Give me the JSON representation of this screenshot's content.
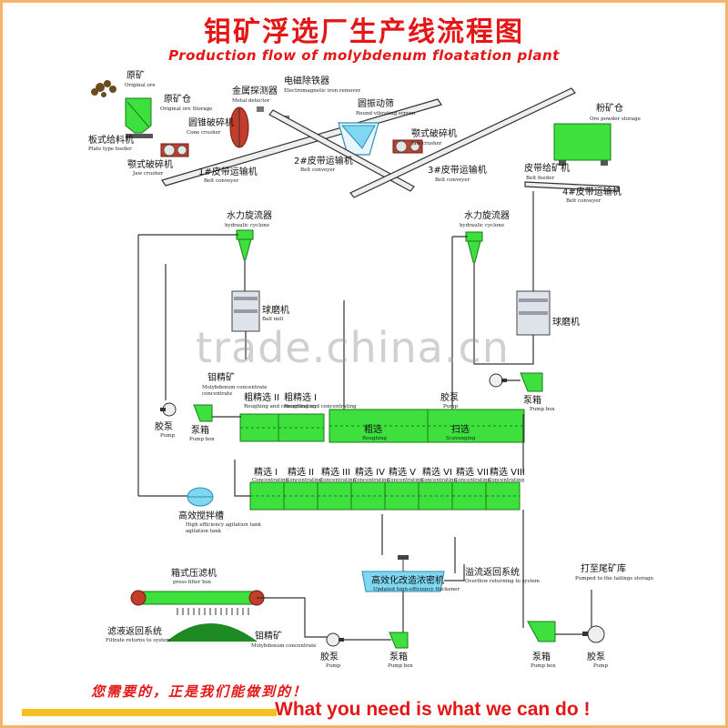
{
  "header": {
    "title_cn": "钼矿浮选厂生产线流程图",
    "title_en": "Production flow of molybdenum floatation plant"
  },
  "labels": {
    "raw_ore": {
      "cn": "原矿",
      "en": "Original ore"
    },
    "ore_bin": {
      "cn": "原矿仓",
      "en": "Original ore Storage"
    },
    "plate_feeder": {
      "cn": "板式给料机",
      "en": "Plate type feeder"
    },
    "jaw_crusher_1": {
      "cn": "颚式破碎机",
      "en": "Jaw crusher"
    },
    "cone_crusher": {
      "cn": "圆锥破碎机",
      "en": "Cone crusher"
    },
    "metal_detector": {
      "cn": "金属探测器",
      "en": "Metal detector"
    },
    "iron_remover": {
      "cn": "电磁除铁器",
      "en": "Electromagnetic iron remover"
    },
    "vibrating_screen": {
      "cn": "圆振动筛",
      "en": "Round vibrating screen"
    },
    "jaw_crusher_2": {
      "cn": "颚式破碎机",
      "en": "Jaw crusher"
    },
    "belt_1": {
      "cn": "1#皮带运输机",
      "en": "Belt conveyer"
    },
    "belt_2": {
      "cn": "2#皮带运输机",
      "en": "Belt conveyer"
    },
    "belt_3": {
      "cn": "3#皮带运输机",
      "en": "Belt conveyer"
    },
    "powder_bin": {
      "cn": "粉矿仓",
      "en": "Ore powder storage"
    },
    "belt_feeder": {
      "cn": "皮带给矿机",
      "en": "Belt feeder"
    },
    "belt_4": {
      "cn": "4#皮带运输机",
      "en": "Belt conveyer"
    },
    "cyclone_1": {
      "cn": "水力旋流器",
      "en": "hydraulic cyclone"
    },
    "cyclone_2": {
      "cn": "水力旋流器",
      "en": "hydraulic cyclone"
    },
    "ball_mill_1": {
      "cn": "球磨机",
      "en": "Ball mill"
    },
    "ball_mill_2": {
      "cn": "球磨机",
      "en": ""
    },
    "mo_concentrate_top": {
      "cn": "钼精矿",
      "en": "Molybdenum concentrate"
    },
    "pump_left": {
      "cn": "胶泵",
      "en": "Pump"
    },
    "pumpbox_left": {
      "cn": "泵箱",
      "en": "Pump box"
    },
    "pump_right": {
      "cn": "胶泵",
      "en": "Pump"
    },
    "pumpbox_right": {
      "cn": "泵箱",
      "en": "Pump box"
    },
    "rough_2": {
      "cn": "粗精选 II",
      "en": "Roughing and concentrating"
    },
    "rough_1": {
      "cn": "粗精选 I",
      "en": "Roughing and concentrating"
    },
    "roughing": {
      "cn": "粗选",
      "en": "Roughing"
    },
    "scavenging": {
      "cn": "扫选",
      "en": "Scavenging"
    },
    "agitation_tank": {
      "cn": "高效搅拌槽",
      "en": "High efficiency agitation tank"
    },
    "clean_stages": [
      {
        "cn": "精选 I",
        "en": "Concentrating"
      },
      {
        "cn": "精选 II",
        "en": "Concentrating"
      },
      {
        "cn": "精选 III",
        "en": "Concentrating"
      },
      {
        "cn": "精选 IV",
        "en": "Concentrating"
      },
      {
        "cn": "精选 V",
        "en": "Concentrating"
      },
      {
        "cn": "精选 VI",
        "en": "Concentrating"
      },
      {
        "cn": "精选 VII",
        "en": "Concentrating"
      },
      {
        "cn": "精选 VIII",
        "en": "Concentrating"
      }
    ],
    "thickener": {
      "cn": "高效化改造浓密机",
      "en": "Updated high-efficiency thickener"
    },
    "overflow_return": {
      "cn": "溢流返回系统",
      "en": "Overflow returning to system"
    },
    "tailings": {
      "cn": "打至尾矿库",
      "en": "Pumped to the tailings storage"
    },
    "filter_press": {
      "cn": "箱式压滤机",
      "en": "press filter box"
    },
    "filtrate_return": {
      "cn": "滤液返回系统",
      "en": "Filtrate returns to system"
    },
    "mo_concentrate_bottom": {
      "cn": "钼精矿",
      "en": "Molybdenum concentrate"
    },
    "pump_b1": {
      "cn": "胶泵",
      "en": "Pump"
    },
    "pumpbox_b1": {
      "cn": "泵箱",
      "en": "Pump box"
    },
    "pumpbox_b2": {
      "cn": "泵箱",
      "en": "Pump box"
    },
    "pump_b2": {
      "cn": "胶泵",
      "en": "Pump"
    }
  },
  "watermark": "trade.china.cn",
  "footer": {
    "slogan_cn": "您需要的，正是我们能做到的！",
    "slogan_en": "What you need is what we can do !"
  },
  "colors": {
    "accent": "#e51616",
    "equipment": "#3ee03e",
    "border": "#f2b36a",
    "bar": "#f6c020"
  }
}
